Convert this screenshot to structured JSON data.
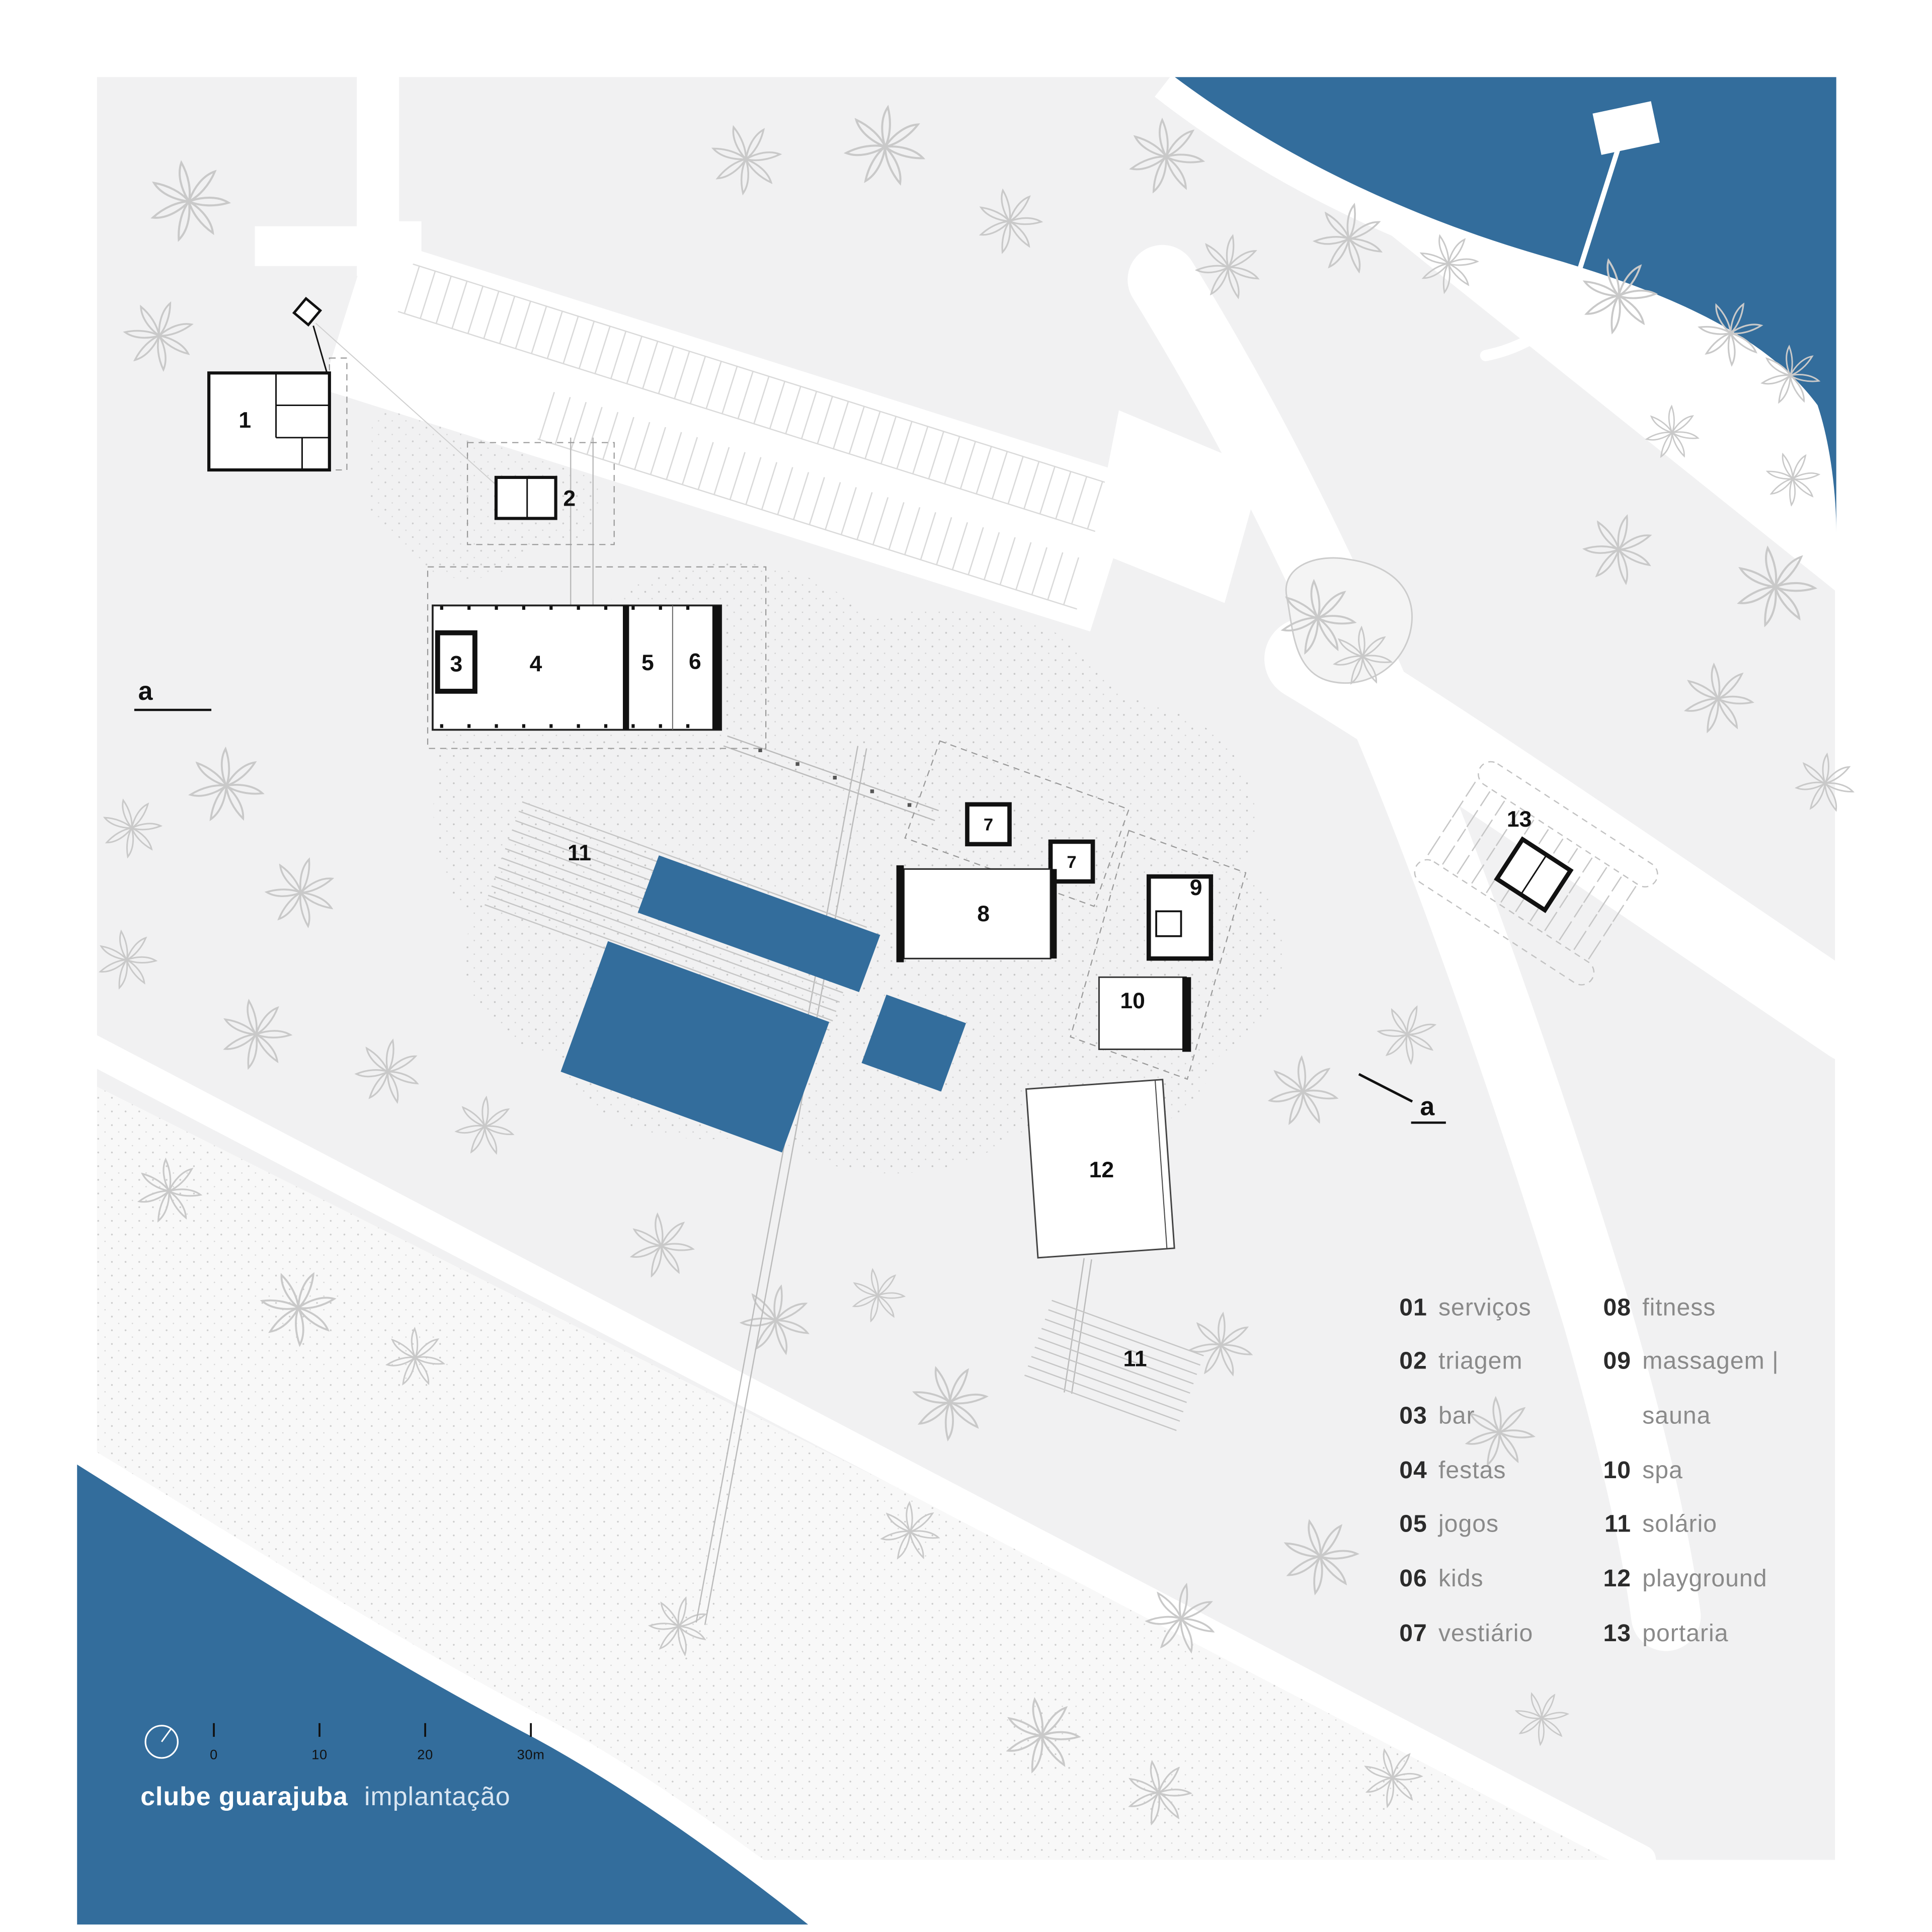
{
  "plan": {
    "labels": {
      "n1": "1",
      "n2": "2",
      "n3": "3",
      "n4": "4",
      "n5": "5",
      "n6": "6",
      "n7": "7",
      "n8": "8",
      "n9": "9",
      "n10": "10",
      "n11": "11",
      "n12": "12",
      "n13": "13"
    },
    "section_marker": "a"
  },
  "legend": {
    "col1": [
      {
        "num": "01",
        "label": "serviços"
      },
      {
        "num": "02",
        "label": "triagem"
      },
      {
        "num": "03",
        "label": "bar"
      },
      {
        "num": "04",
        "label": "festas"
      },
      {
        "num": "05",
        "label": "jogos"
      },
      {
        "num": "06",
        "label": "kids"
      },
      {
        "num": "07",
        "label": "vestiário"
      }
    ],
    "col2": [
      {
        "num": "08",
        "label": "fitness"
      },
      {
        "num": "09",
        "label": "massagem |"
      },
      {
        "num": "",
        "label": "sauna"
      },
      {
        "num": "10",
        "label": "spa"
      },
      {
        "num": "11",
        "label": "solário"
      },
      {
        "num": "12",
        "label": "playground"
      },
      {
        "num": "13",
        "label": "portaria"
      }
    ]
  },
  "footer": {
    "title": "clube guarajuba",
    "subtitle": "implantação",
    "scale_ticks": [
      "0",
      "10",
      "20",
      "30m"
    ]
  },
  "colors": {
    "water": "#336d9c",
    "site": "#f1f1f2",
    "sand": "#f8f8f8",
    "outline": "#111111"
  }
}
